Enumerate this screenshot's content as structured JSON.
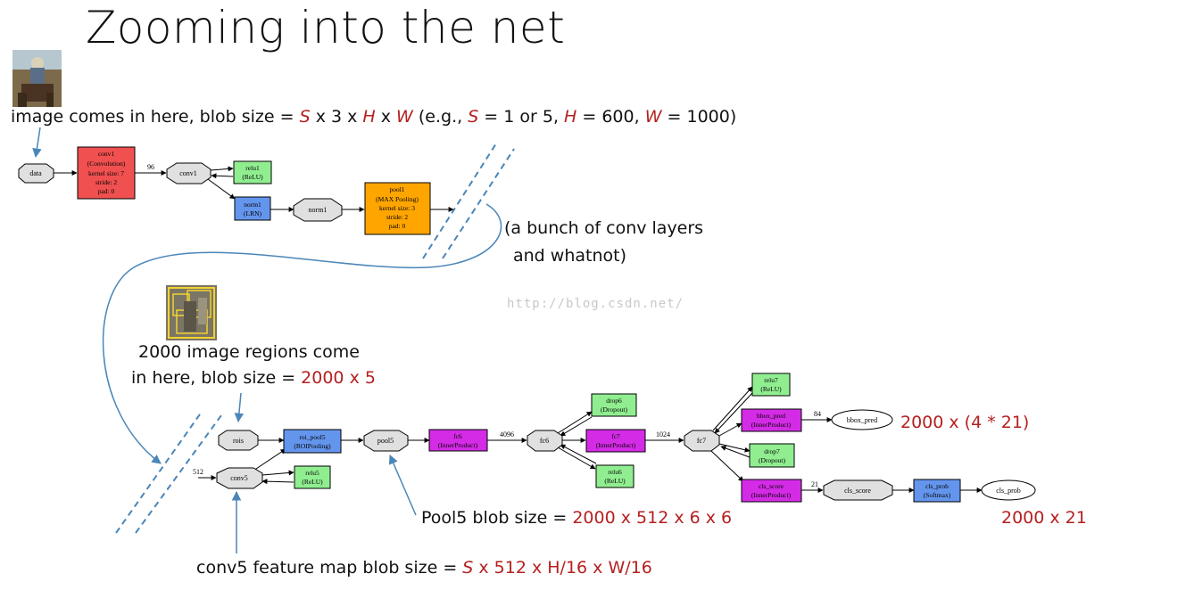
{
  "title": "Zooming into the net",
  "watermark": "http://blog.csdn.net/",
  "annotations": {
    "image_in": {
      "t1": "image comes in here, blob size = ",
      "S": "S",
      "t2": " x 3 x ",
      "H": "H",
      "t3": " x ",
      "W": "W",
      "t4": " (e.g., ",
      "S2": "S",
      "t5": " = 1 or 5, ",
      "H2": "H",
      "t6": " = 600, ",
      "W2": "W",
      "t7": " = 1000)"
    },
    "bunch": {
      "line1": "(a bunch of conv layers",
      "line2": "and whatnot)"
    },
    "regions": {
      "line1": "2000 image regions come",
      "line2_prefix": "in here, blob size = ",
      "line2_value": "2000 x 5"
    },
    "pool5": {
      "prefix": "Pool5 blob size = ",
      "value": "2000 x 512 x 6 x 6"
    },
    "conv5": {
      "prefix": "conv5 feature map blob size = ",
      "S": "S",
      "value": " x 512 x H/16 x W/16"
    },
    "bbox_size": "2000 x (4 * 21)",
    "cls_size": "2000 x 21"
  },
  "nodes": {
    "data": "data",
    "conv1": [
      "conv1",
      "(Convolution)",
      "kernel size: 7",
      "stride: 2",
      "pad: 0"
    ],
    "conv1_blob": "conv1",
    "relu1": [
      "relu1",
      "(ReLU)"
    ],
    "norm1": [
      "norm1",
      "(LRN)"
    ],
    "norm1_blob": "norm1",
    "pool1": [
      "pool1",
      "(MAX Pooling)",
      "kernel size: 3",
      "stride: 2",
      "pad: 0"
    ],
    "rois": "rois",
    "roi_pool5": [
      "roi_pool5",
      "(ROIPooling)"
    ],
    "pool5_blob": "pool5",
    "conv5_blob": "conv5",
    "relu5": [
      "relu5",
      "(ReLU)"
    ],
    "fc6": [
      "fc6",
      "(InnerProduct)"
    ],
    "fc6_blob": "fc6",
    "drop6": [
      "drop6",
      "(Dropout)"
    ],
    "relu6": [
      "relu6",
      "(ReLU)"
    ],
    "fc7": [
      "fc7",
      "(InnerProduct)"
    ],
    "fc7_blob": "fc7",
    "relu7": [
      "relu7",
      "(ReLU)"
    ],
    "bbox_pred": [
      "bbox_pred",
      "(InnerProduct)"
    ],
    "drop7": [
      "drop7",
      "(Dropout)"
    ],
    "bbox_pred_blob": "bbox_pred",
    "cls_score": [
      "cls_score",
      "(InnerProduct)"
    ],
    "cls_score_blob": "cls_score",
    "cls_prob": [
      "cls_prob",
      "(Softmax)"
    ],
    "cls_prob_blob": "cls_prob"
  },
  "edge_labels": {
    "conv1_out": "96",
    "conv5_in": "512",
    "fc6_out": "4096",
    "fc7_out": "1024",
    "bbox_out": "84",
    "cls_out": "21"
  },
  "colors": {
    "convolution": "#f05050",
    "relu": "#90ee90",
    "lrn": "#6495ed",
    "pooling": "#ffa500",
    "inner_product": "#d42be6",
    "dropout": "#90ee90",
    "softmax": "#6495ed",
    "blob": "#e0e0e0",
    "annotation_red": "#b52020",
    "pointer": "#4a86b8"
  },
  "thumbnails": {
    "image": "photo-thumbnail",
    "regions": "regions-thumbnail"
  }
}
